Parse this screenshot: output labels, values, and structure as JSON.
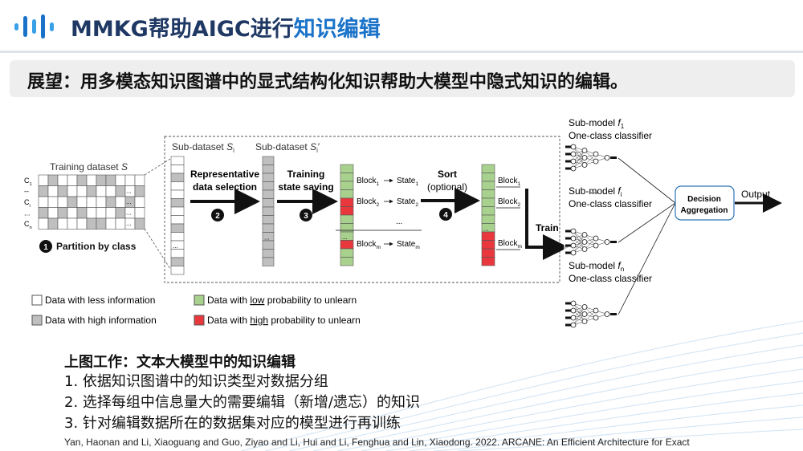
{
  "header": {
    "title_main": "MMKG帮助AIGC进行",
    "title_highlight": "知识编辑",
    "brand_color": "#1a73c9"
  },
  "banner": {
    "text": "展望：用多模态知识图谱中的显式结构化知识帮助大模型中隐式知识的编辑。"
  },
  "diagram": {
    "training_dataset": "Training dataset",
    "training_dataset_var": "S",
    "class_labels": [
      "C",
      "--",
      "C",
      "...",
      "C"
    ],
    "class_subs": [
      "1",
      "",
      "i",
      "",
      "n"
    ],
    "partition_label": "Partition by class",
    "subdataset_label": "Sub-dataset",
    "subdataset_var": "S",
    "subdataset_sub": "i",
    "subdataset_prime_label": "Sub-dataset",
    "subdataset_prime_var": "S",
    "subdataset_prime_sub": "i",
    "subdataset_prime_mark": "′",
    "step2_line1": "Representative",
    "step2_line2": "data selection",
    "step3_line1": "Training",
    "step3_line2": "state saving",
    "step4_line1": "Sort",
    "step4_line2": "(optional)",
    "train_label": "Train",
    "step_numbers": [
      "1",
      "2",
      "3",
      "4"
    ],
    "block_word": "Block",
    "state_word": "State",
    "block_subs": [
      "1",
      "2",
      "m"
    ],
    "state_subs": [
      "1",
      "2",
      "m"
    ],
    "ellipsis": "...",
    "ellipsis_mid": "…",
    "submodel_word": "Sub-model",
    "submodel_var": "f",
    "submodel_subs": [
      "1",
      "i",
      "n"
    ],
    "classifier_label": "One-class classifier",
    "decision_line1": "Decision",
    "decision_line2": "Aggregation",
    "output_label": "Output",
    "legend": {
      "less_info": "Data with less information",
      "high_info": "Data with high information",
      "low_prob_prefix": "Data with ",
      "low_prob_key": "low",
      "low_prob_suffix": " probability to unlearn",
      "high_prob_prefix": "Data with ",
      "high_prob_key": "high",
      "high_prob_suffix": " probability to unlearn"
    },
    "colors": {
      "green": "#a9d18e",
      "red": "#e8383d",
      "gray": "#bfbfbf"
    }
  },
  "caption": {
    "title": "上图工作：文本大模型中的知识编辑",
    "items": [
      "1. 依据知识图谱中的知识类型对数据分组",
      "2. 选择每组中信息量大的需要编辑（新增/遗忘）的知识",
      "3. 针对编辑数据所在的数据集对应的模型进行再训练"
    ]
  },
  "reference": "Yan, Haonan and Li, Xiaoguang and Guo, Ziyao and Li, Hui and Li, Fenghua and Lin, Xiaodong. 2022. ARCANE: An Efficient Architecture for Exact"
}
